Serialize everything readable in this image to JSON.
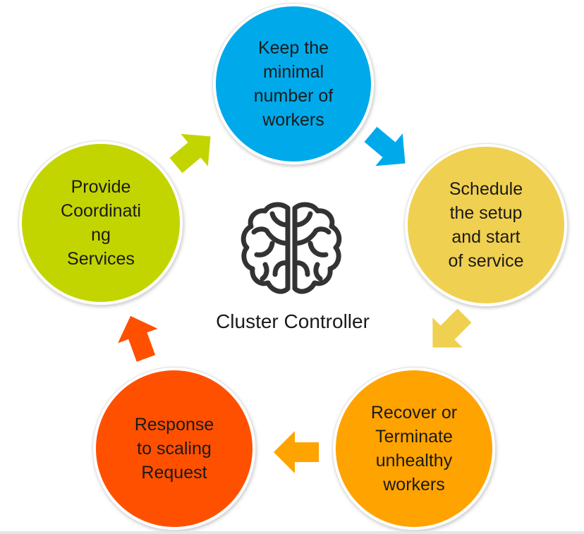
{
  "diagram": {
    "center_label": "Cluster Controller",
    "center_icon": "brain-icon",
    "steps": [
      {
        "label": "Keep the\nminimal\nnumber of\nworkers",
        "color": "#00aaea"
      },
      {
        "label": "Schedule\nthe setup\nand start\nof service",
        "color": "#f0d050"
      },
      {
        "label": "Recover or\nTerminate\nunhealthy\nworkers",
        "color": "#ffa300"
      },
      {
        "label": "Response\nto scaling\nRequest",
        "color": "#ff5000"
      },
      {
        "label": "Provide\nCoordinati\nng\nServices",
        "color": "#c3d500"
      }
    ],
    "arrow_colors": [
      "#00aaea",
      "#f0d050",
      "#ffa300",
      "#ff5000",
      "#c3d500"
    ]
  }
}
